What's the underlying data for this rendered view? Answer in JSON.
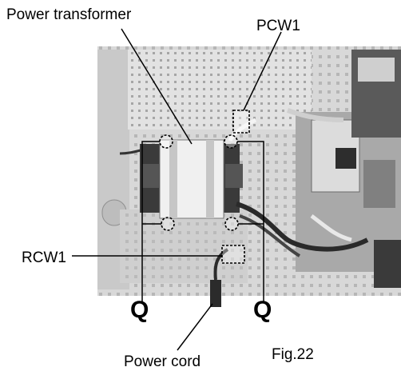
{
  "labels": {
    "power_transformer": "Power transformer",
    "pcw1": "PCW1",
    "rcw1": "RCW1",
    "power_cord": "Power cord",
    "figure": "Fig.22",
    "q_left": "Q",
    "q_right": "Q"
  },
  "colors": {
    "ink": "#000000",
    "photo_light": "#e6e6e6",
    "photo_mid": "#b4b4b4",
    "photo_dark": "#3a3a3a"
  }
}
